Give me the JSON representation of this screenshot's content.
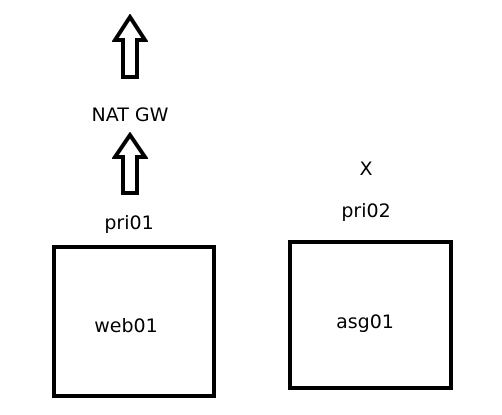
{
  "labels": {
    "nat_gateway": "NAT GW",
    "subnet_pri01": "pri01",
    "subnet_pri02": "pri02",
    "blocked_marker": "X"
  },
  "boxes": {
    "web01": "web01",
    "asg01": "asg01"
  },
  "icons": {
    "top_arrow": "arrow-up-icon",
    "lower_arrow": "arrow-up-icon"
  },
  "colors": {
    "stroke": "#000000",
    "background": "#ffffff"
  }
}
